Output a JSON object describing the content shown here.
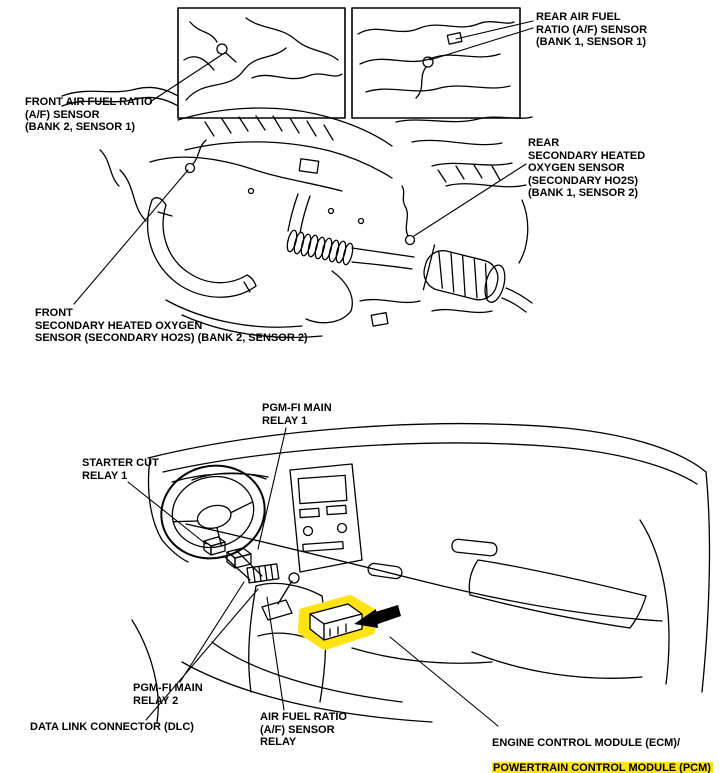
{
  "page": {
    "background_color": "#ffffff",
    "line_color": "#000000",
    "highlight_color": "#ffe312"
  },
  "engine_figure": {
    "labels": {
      "front_af_sensor": "FRONT AIR FUEL RATIO\n(A/F) SENSOR\n(BANK 2, SENSOR 1)",
      "rear_af_sensor": "REAR AIR FUEL\nRATIO (A/F) SENSOR\n(BANK 1, SENSOR 1)",
      "rear_secondary_ho2s": "REAR\nSECONDARY HEATED\nOXYGEN SENSOR\n(SECONDARY HO2S)\n(BANK 1, SENSOR 2)",
      "front_secondary_ho2s": "FRONT\nSECONDARY HEATED OXYGEN\nSENSOR (SECONDARY HO2S) (BANK 2, SENSOR 2)"
    }
  },
  "dash_figure": {
    "labels": {
      "pgm_fi_main_relay_1": "PGM-FI MAIN\nRELAY 1",
      "starter_cut_relay_1": "STARTER CUT\nRELAY 1",
      "pgm_fi_main_relay_2": "PGM-FI MAIN\nRELAY 2",
      "data_link_connector": "DATA LINK CONNECTOR (DLC)",
      "af_sensor_relay": "AIR FUEL RATIO\n(A/F) SENSOR\nRELAY",
      "ecm_line": "ENGINE CONTROL MODULE (ECM)/",
      "pcm_line": "POWERTRAIN CONTROL MODULE (PCM)"
    }
  }
}
